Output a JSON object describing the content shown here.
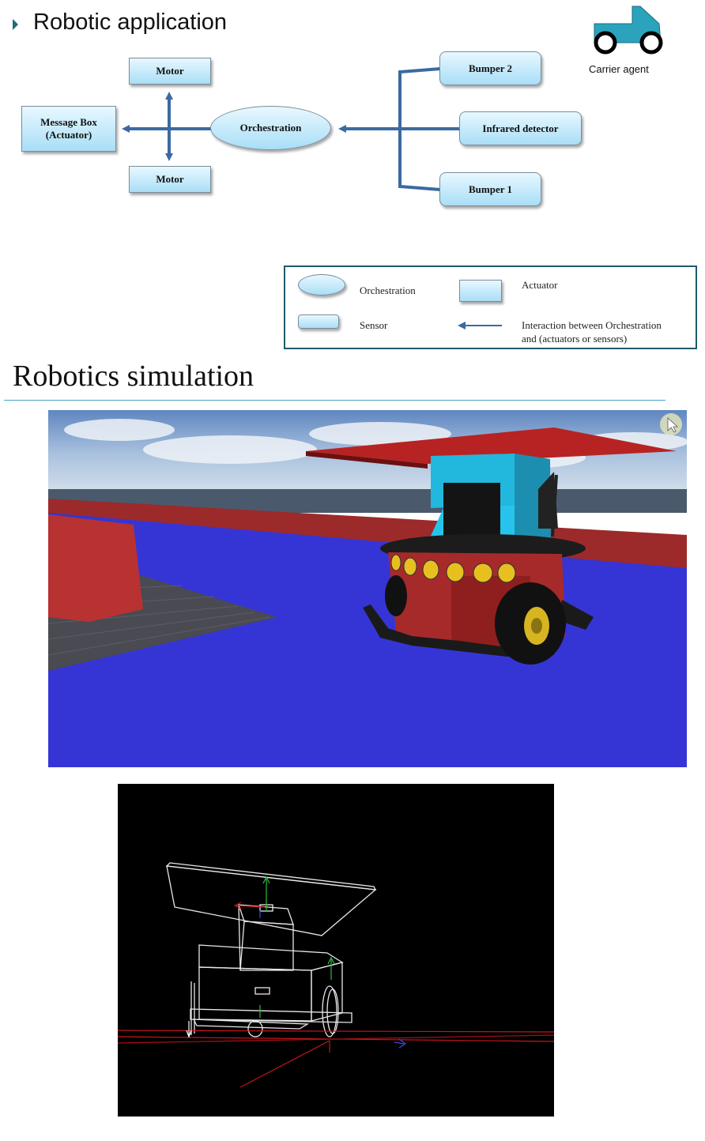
{
  "section1": {
    "title": "Robotic application"
  },
  "carrier": {
    "label": "Carrier agent",
    "icon": "carrier-truck-icon",
    "color": "#2ba3bd"
  },
  "diagram": {
    "nodes": {
      "motor_top": "Motor",
      "motor_bottom": "Motor",
      "message_box": "Message Box\n(Actuator)",
      "orchestration": "Orchestration",
      "bumper2": "Bumper 2",
      "infrared": "Infrared detector",
      "bumper1": "Bumper 1"
    },
    "arrow_color": "#3b6aa0"
  },
  "legend": {
    "orchestration": "Orchestration",
    "actuator": "Actuator",
    "sensor": "Sensor",
    "interaction": "Interaction between Orchestration\nand (actuators or sensors)"
  },
  "section2": {
    "title": "Robotics simulation"
  }
}
